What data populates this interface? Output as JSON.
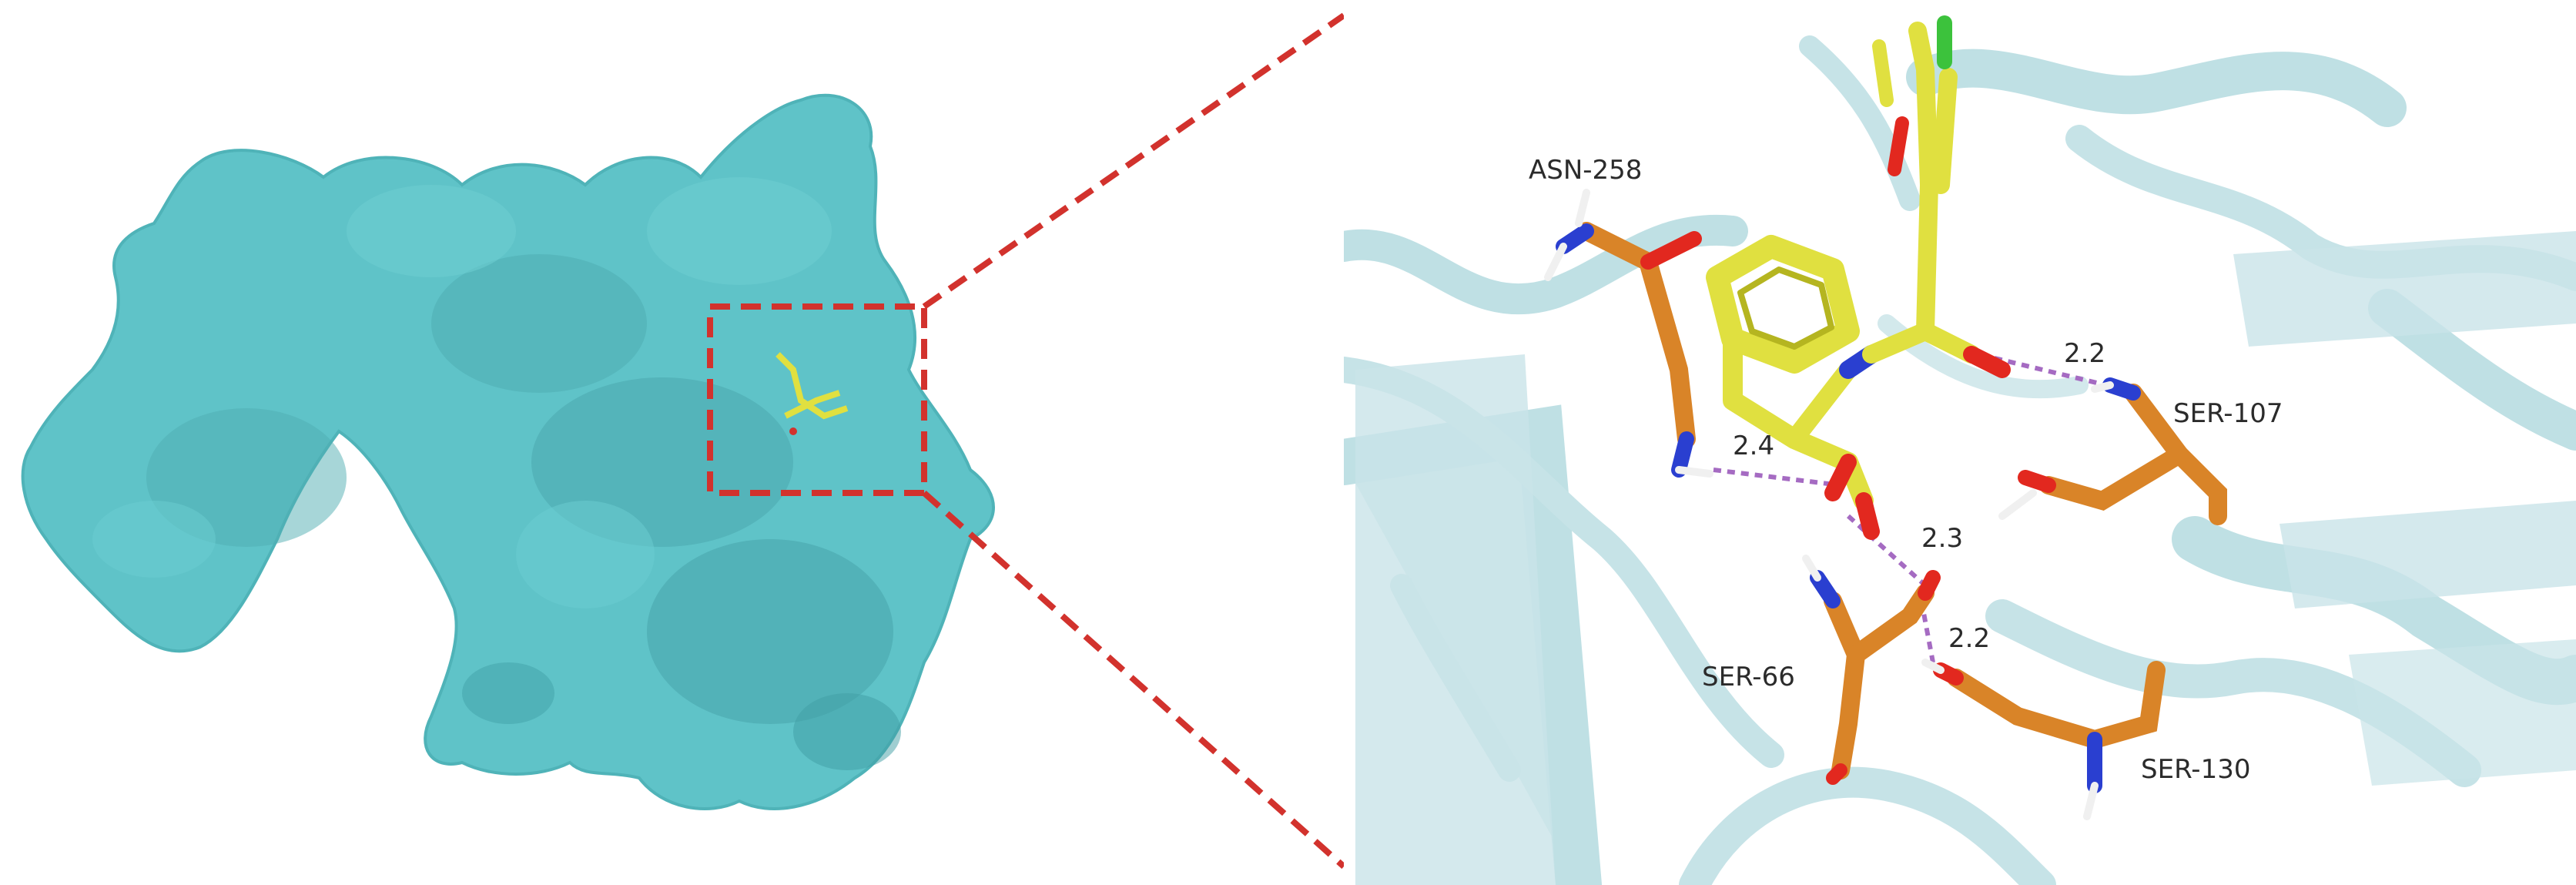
{
  "residues": [
    {
      "id": "asn258",
      "label": "ASN-258"
    },
    {
      "id": "ser107",
      "label": "SER-107"
    },
    {
      "id": "ser66",
      "label": "SER-66"
    },
    {
      "id": "ser130",
      "label": "SER-130"
    }
  ],
  "hbonds": [
    {
      "id": "d1",
      "label": "2.2"
    },
    {
      "id": "d2",
      "label": "2.4"
    },
    {
      "id": "d3",
      "label": "2.3"
    },
    {
      "id": "d4",
      "label": "2.2"
    }
  ],
  "colors": {
    "surface": "#5fc3c8",
    "surface_shadow": "#3f9ea3",
    "ribbon": "#bfe0e4",
    "ribbon_dark": "#9ccbd1",
    "ligand": "#e0e040",
    "residue": "#d98428",
    "oxygen": "#e2281f",
    "nitrogen": "#2a3fd0",
    "chlorine": "#3cc23c",
    "hydrogen": "#f0f0f0",
    "zoom_box": "#d2322d",
    "hbond": "#a56bc2"
  }
}
